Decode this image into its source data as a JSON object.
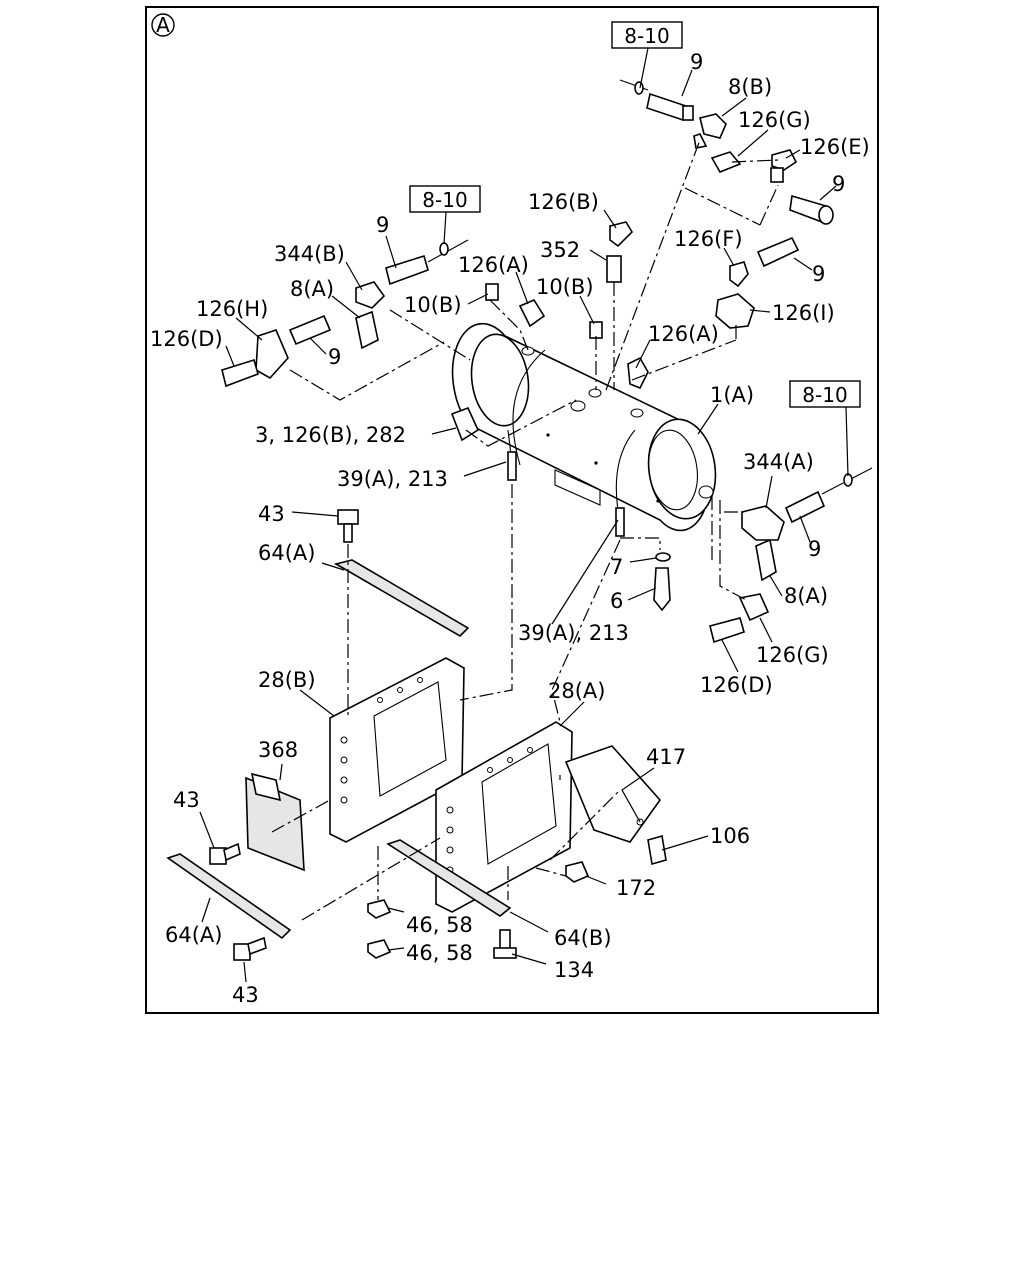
{
  "view_marker": "A",
  "reference_boxes": [
    "8-10",
    "8-10",
    "8-10"
  ],
  "labels": {
    "l_9_top": "9",
    "l_8b": "8(B)",
    "l_126g_top": "126(G)",
    "l_126e": "126(E)",
    "l_9_right_top": "9",
    "l_126b_top": "126(B)",
    "l_352": "352",
    "l_126f": "126(F)",
    "l_9_126f": "9",
    "l_126i": "126(I)",
    "l_9_left": "9",
    "l_344b": "344(B)",
    "l_8a_left": "8(A)",
    "l_126a_left": "126(A)",
    "l_10b_left": "10(B)",
    "l_10b_right": "10(B)",
    "l_126h": "126(H)",
    "l_126d_left": "126(D)",
    "l_9_lower_left": "9",
    "l_126a_right": "126(A)",
    "l_1a": "1(A)",
    "l_3_126b_282": "3, 126(B), 282",
    "l_39a_213_left": "39(A), 213",
    "l_344a": "344(A)",
    "l_9_right_lower": "9",
    "l_43_top": "43",
    "l_64a_top": "64(A)",
    "l_7": "7",
    "l_6": "6",
    "l_8a_right": "8(A)",
    "l_39a_213_right": "39(A), 213",
    "l_126g_lower": "126(G)",
    "l_126d_lower": "126(D)",
    "l_28b": "28(B)",
    "l_28a": "28(A)",
    "l_417": "417",
    "l_368": "368",
    "l_43_mid": "43",
    "l_106": "106",
    "l_172": "172",
    "l_64a_bottom": "64(A)",
    "l_46_58_a": "46, 58",
    "l_64b": "64(B)",
    "l_46_58_b": "46, 58",
    "l_134": "134",
    "l_43_bottom": "43"
  }
}
